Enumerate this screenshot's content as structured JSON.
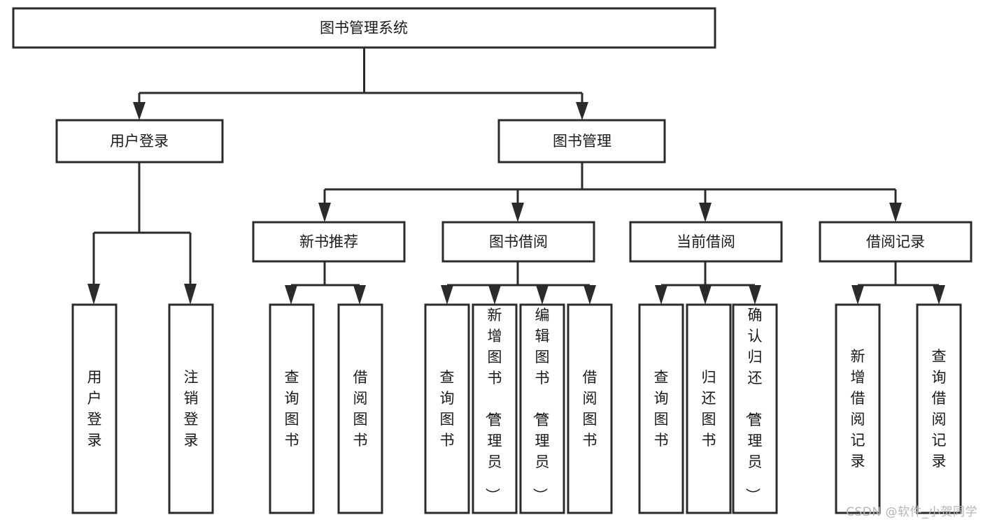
{
  "diagram": {
    "type": "tree-hierarchy-flowchart",
    "title_node": {
      "id": "root",
      "label": "图书管理系统"
    },
    "level2": [
      {
        "id": "login",
        "label": "用户登录"
      },
      {
        "id": "bookmgr",
        "label": "图书管理"
      }
    ],
    "level3": [
      {
        "id": "newbook",
        "label": "新书推荐",
        "parent": "bookmgr"
      },
      {
        "id": "borrow",
        "label": "图书借阅",
        "parent": "bookmgr"
      },
      {
        "id": "current",
        "label": "当前借阅",
        "parent": "bookmgr"
      },
      {
        "id": "record",
        "label": "借阅记录",
        "parent": "bookmgr"
      }
    ],
    "leaves": {
      "login": [
        {
          "id": "leaf-user-login",
          "label": "用户登录"
        },
        {
          "id": "leaf-user-logout",
          "label": "注销登录"
        }
      ],
      "newbook": [
        {
          "id": "leaf-query-book-1",
          "label": "查询图书"
        },
        {
          "id": "leaf-borrow-book-1",
          "label": "借阅图书"
        }
      ],
      "borrow": [
        {
          "id": "leaf-query-book-2",
          "label": "查询图书"
        },
        {
          "id": "leaf-add-book",
          "label": "新增图书（管理员）"
        },
        {
          "id": "leaf-edit-book",
          "label": "编辑图书（管理员）"
        },
        {
          "id": "leaf-borrow-book-2",
          "label": "借阅图书"
        }
      ],
      "current": [
        {
          "id": "leaf-query-book-3",
          "label": "查询图书"
        },
        {
          "id": "leaf-return-book",
          "label": "归还图书"
        },
        {
          "id": "leaf-confirm-return",
          "label": "确认归还（管理员）"
        }
      ],
      "record": [
        {
          "id": "leaf-add-record",
          "label": "新增借阅记录"
        },
        {
          "id": "leaf-query-record",
          "label": "查询借阅记录"
        }
      ]
    },
    "colors": {
      "stroke": "#2b2b2b",
      "fill": "#ffffff",
      "text": "#1a1a1a",
      "background": "#ffffff",
      "watermark": "#b6b6b6"
    }
  },
  "watermark": {
    "text": "CSDN @软件_小贺同学"
  }
}
